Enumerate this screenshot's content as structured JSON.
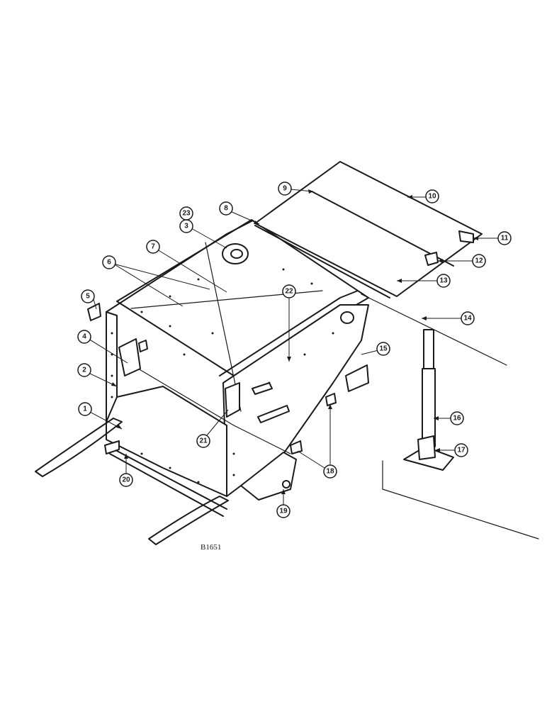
{
  "drawing_ref": "B1651",
  "callouts": [
    {
      "id": "1",
      "label": "1"
    },
    {
      "id": "2",
      "label": "2"
    },
    {
      "id": "3",
      "label": "3"
    },
    {
      "id": "4",
      "label": "4"
    },
    {
      "id": "5",
      "label": "5"
    },
    {
      "id": "6",
      "label": "6"
    },
    {
      "id": "7",
      "label": "7"
    },
    {
      "id": "8",
      "label": "8"
    },
    {
      "id": "9",
      "label": "9"
    },
    {
      "id": "10",
      "label": "10"
    },
    {
      "id": "11",
      "label": "11"
    },
    {
      "id": "12",
      "label": "12"
    },
    {
      "id": "13",
      "label": "13"
    },
    {
      "id": "14",
      "label": "14"
    },
    {
      "id": "15",
      "label": "15"
    },
    {
      "id": "16",
      "label": "16"
    },
    {
      "id": "17",
      "label": "17"
    },
    {
      "id": "18",
      "label": "18"
    },
    {
      "id": "19",
      "label": "19"
    },
    {
      "id": "20",
      "label": "20"
    },
    {
      "id": "21",
      "label": "21"
    },
    {
      "id": "22",
      "label": "22"
    },
    {
      "id": "23",
      "label": "23"
    }
  ]
}
